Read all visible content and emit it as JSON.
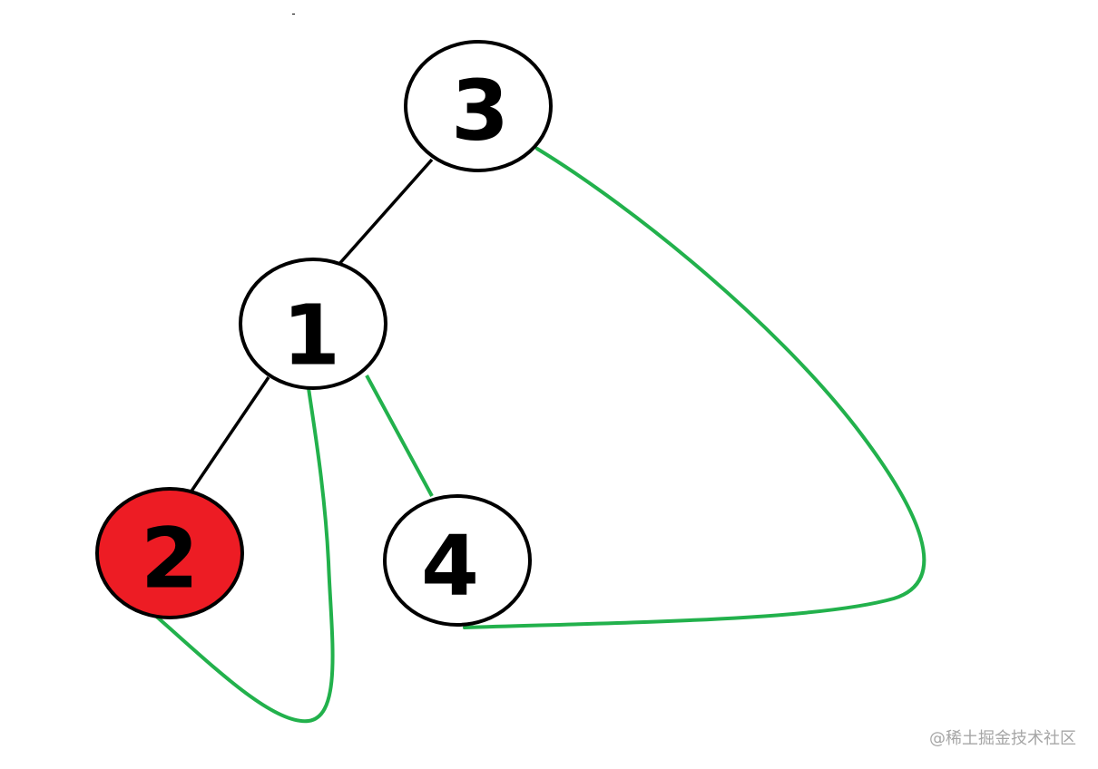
{
  "diagram": {
    "colors": {
      "node_fill": "#ffffff",
      "node_stroke": "#000000",
      "highlight_fill": "#ed1c24",
      "tree_edge": "#000000",
      "thread_edge": "#22b14c",
      "text": "#000000"
    },
    "nodes": [
      {
        "id": "n3",
        "label": "3",
        "highlighted": false
      },
      {
        "id": "n1",
        "label": "1",
        "highlighted": false
      },
      {
        "id": "n2",
        "label": "2",
        "highlighted": true
      },
      {
        "id": "n4",
        "label": "4",
        "highlighted": false
      }
    ],
    "edges": [
      {
        "from": "n3",
        "to": "n1",
        "kind": "tree"
      },
      {
        "from": "n1",
        "to": "n2",
        "kind": "tree"
      },
      {
        "from": "n1",
        "to": "n4",
        "kind": "thread"
      },
      {
        "from": "n2",
        "to": "n1",
        "kind": "thread"
      },
      {
        "from": "n4",
        "to": "n3",
        "kind": "thread"
      }
    ]
  },
  "watermark": {
    "text": "@稀土掘金技术社区"
  }
}
